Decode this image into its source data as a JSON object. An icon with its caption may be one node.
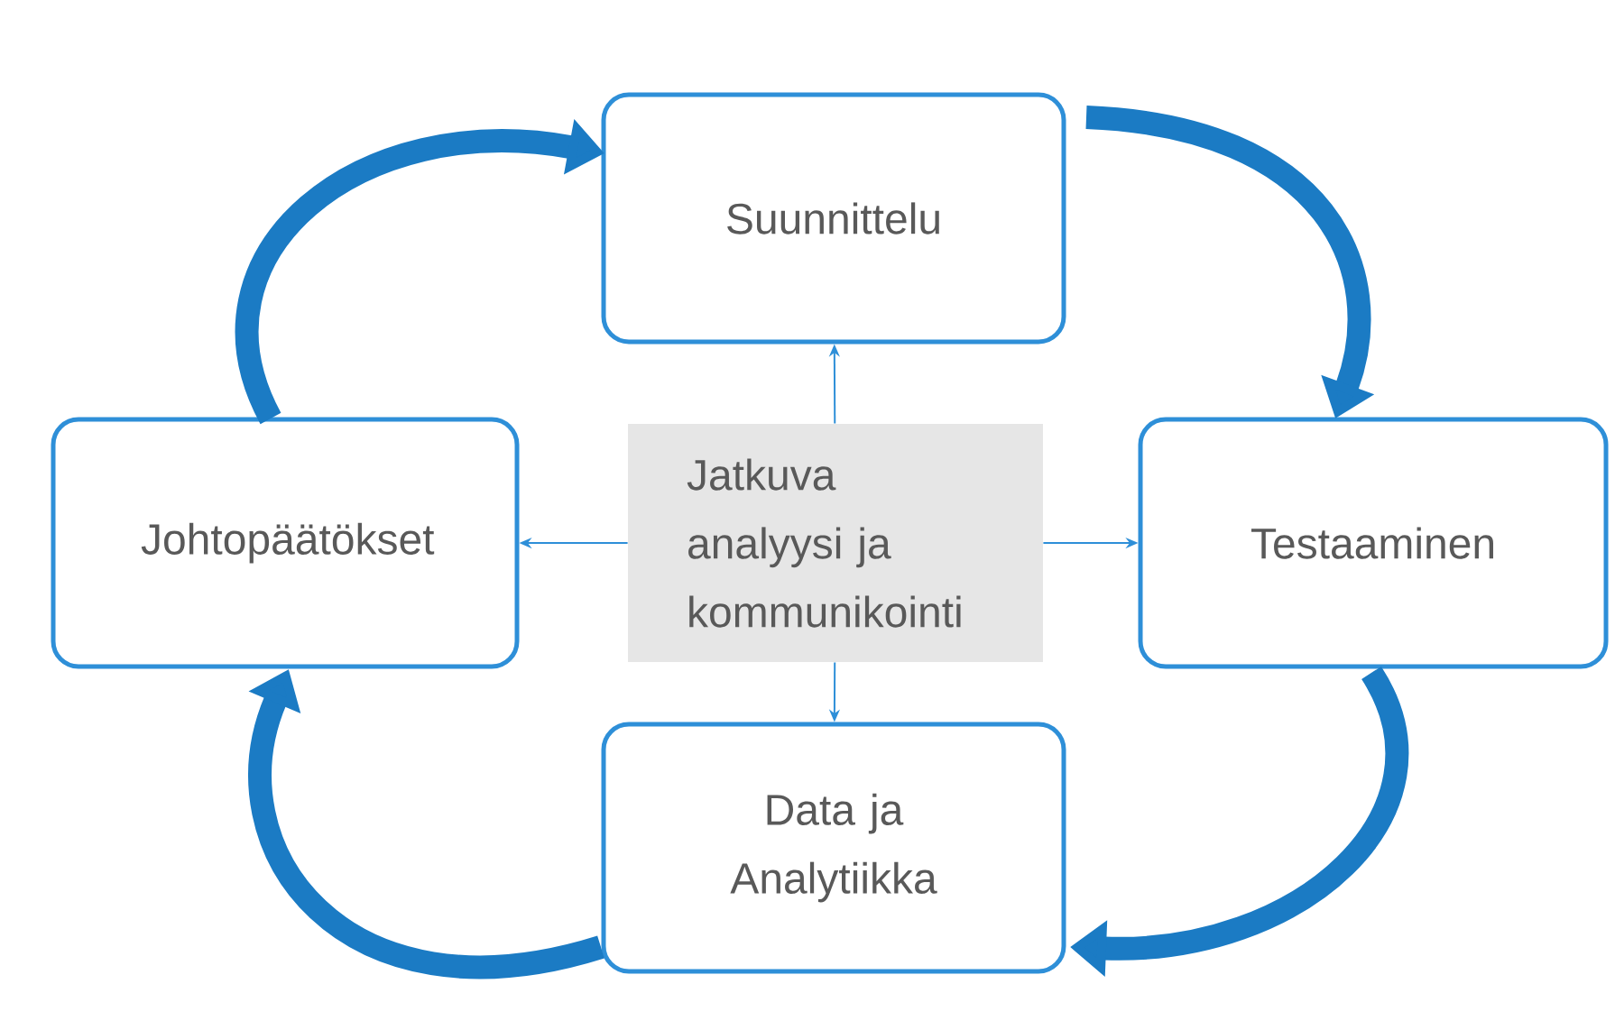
{
  "diagram": {
    "nodes": [
      {
        "text": [
          "Suunnittelu"
        ]
      },
      {
        "text": [
          "Testaaminen"
        ]
      },
      {
        "text": [
          "Data ja Analytiikka"
        ]
      },
      {
        "text": [
          "Johtopäätökset"
        ]
      },
      {
        "text": [
          "Jatkuva analyysi ja kommunikointi"
        ]
      }
    ],
    "edges": [
      {
        "from": 4,
        "to": 0,
        "arrow": "to"
      },
      {
        "from": 4,
        "to": 1,
        "arrow": "to"
      },
      {
        "from": 4,
        "to": 2,
        "arrow": "to"
      },
      {
        "from": 4,
        "to": 3,
        "arrow": "to"
      },
      {
        "from": 0,
        "to": 1,
        "arrow": "to",
        "style": "thick"
      },
      {
        "from": 1,
        "to": 2,
        "arrow": "to",
        "style": "thick"
      },
      {
        "from": 2,
        "to": 3,
        "arrow": "to",
        "style": "thick"
      },
      {
        "from": 3,
        "to": 0,
        "arrow": "to",
        "style": "thick"
      }
    ]
  }
}
